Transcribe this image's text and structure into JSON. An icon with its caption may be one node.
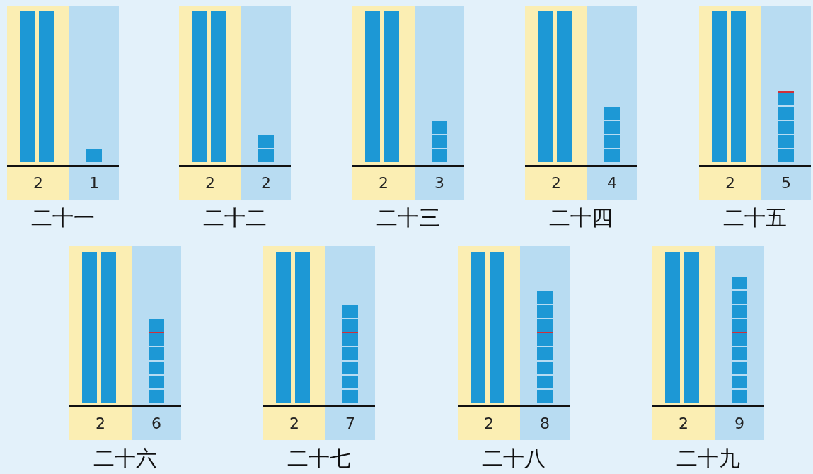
{
  "diagram": {
    "labels": [
      "2",
      "1",
      "二十一",
      "2",
      "2",
      "二十二",
      "2",
      "3",
      "二十三",
      "2",
      "4",
      "二十四",
      "2",
      "5",
      "二十五",
      "2",
      "6",
      "二十六",
      "2",
      "7",
      "二十七",
      "2",
      "8",
      "二十八",
      "2",
      "9",
      "二十九"
    ]
  }
}
